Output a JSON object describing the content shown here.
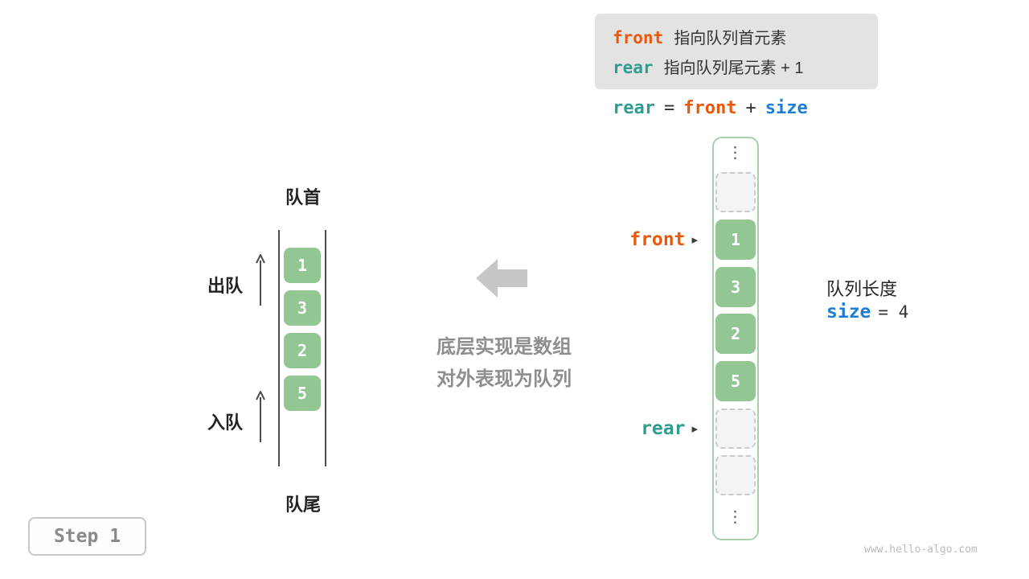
{
  "colors": {
    "front_orange": "#E8590C",
    "rear_teal": "#2E9D8F",
    "size_blue": "#1C7ED6",
    "cell_green": "#92C794",
    "array_border_green": "#A8D0AA",
    "legend_bg": "#E3E3E3",
    "muted_gray": "#8E8E8E"
  },
  "legend_box": {
    "line1_keyword": "front",
    "line1_text": "指向队列首元素",
    "line2_keyword": "rear",
    "line2_text": "指向队列尾元素 + 1"
  },
  "equation": {
    "lhs": "rear",
    "equals": "=",
    "operand1": "front",
    "plus": "+",
    "operand2": "size"
  },
  "queue_view": {
    "head_label": "队首",
    "tail_label": "队尾",
    "dequeue_label": "出队",
    "enqueue_label": "入队",
    "cells": [
      "1",
      "3",
      "2",
      "5"
    ]
  },
  "transition": {
    "line1": "底层实现是数组",
    "line2": "对外表现为队列"
  },
  "array_view": {
    "ellipsis_top": "⋮",
    "ellipsis_bottom": "⋮",
    "cells": [
      {
        "value": "",
        "type": "empty"
      },
      {
        "value": "1",
        "type": "filled"
      },
      {
        "value": "3",
        "type": "filled"
      },
      {
        "value": "2",
        "type": "filled"
      },
      {
        "value": "5",
        "type": "filled"
      },
      {
        "value": "",
        "type": "empty"
      },
      {
        "value": "",
        "type": "empty"
      }
    ],
    "front_pointer_label": "front",
    "front_pointer_arrow": "▸",
    "rear_pointer_label": "rear",
    "rear_pointer_arrow": "▸"
  },
  "size_info": {
    "title": "队列长度",
    "keyword": "size",
    "rest": "= 4"
  },
  "step_label": "Step 1",
  "watermark": "www.hello-algo.com"
}
